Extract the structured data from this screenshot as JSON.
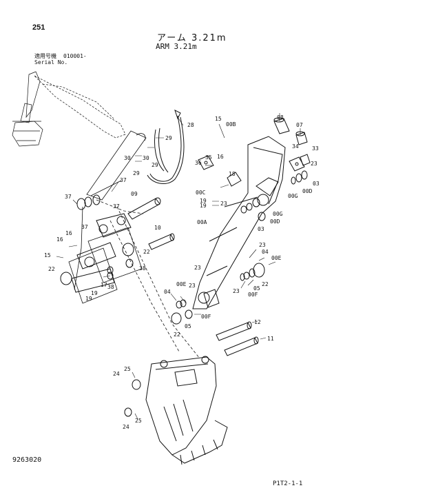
{
  "page": {
    "page_number": "251",
    "title_jp": "アーム 3.21m",
    "title_en": "ARM 3.21m",
    "serial_label_jp": "適用号機",
    "serial_from": "010001-",
    "serial_label_en": "Serial No.",
    "doc_code": "9263020",
    "ref_code": "P1T2-1-1"
  },
  "callouts": [
    {
      "id": "c15a",
      "label": "15"
    },
    {
      "id": "c00B",
      "label": "00B"
    },
    {
      "id": "c08",
      "label": "08"
    },
    {
      "id": "c07",
      "label": "07"
    },
    {
      "id": "c28",
      "label": "28"
    },
    {
      "id": "c29a",
      "label": "29"
    },
    {
      "id": "c30a",
      "label": "30"
    },
    {
      "id": "c29b",
      "label": "29"
    },
    {
      "id": "c30b",
      "label": "30"
    },
    {
      "id": "c29c",
      "label": "29"
    },
    {
      "id": "c35",
      "label": "35"
    },
    {
      "id": "c36",
      "label": "36"
    },
    {
      "id": "c16a",
      "label": "16"
    },
    {
      "id": "c18",
      "label": "18"
    },
    {
      "id": "c34",
      "label": "34"
    },
    {
      "id": "c33",
      "label": "33"
    },
    {
      "id": "c23a",
      "label": "23"
    },
    {
      "id": "c03a",
      "label": "03"
    },
    {
      "id": "c00C",
      "label": "00C"
    },
    {
      "id": "c00D",
      "label": "00D"
    },
    {
      "id": "c00G",
      "label": "00G"
    },
    {
      "id": "c19a",
      "label": "19"
    },
    {
      "id": "c19b",
      "label": "19"
    },
    {
      "id": "c23b",
      "label": "23"
    },
    {
      "id": "c37a",
      "label": "37"
    },
    {
      "id": "c37b",
      "label": "37"
    },
    {
      "id": "c09",
      "label": "09"
    },
    {
      "id": "c37c",
      "label": "37"
    },
    {
      "id": "c00G2",
      "label": "00G"
    },
    {
      "id": "c00D2",
      "label": "00D"
    },
    {
      "id": "c00A",
      "label": "00A"
    },
    {
      "id": "c03b",
      "label": "03"
    },
    {
      "id": "c37d",
      "label": "37"
    },
    {
      "id": "c10",
      "label": "10"
    },
    {
      "id": "c16b",
      "label": "16"
    },
    {
      "id": "c16c",
      "label": "16"
    },
    {
      "id": "c23c",
      "label": "23"
    },
    {
      "id": "c04a",
      "label": "04"
    },
    {
      "id": "c00E",
      "label": "00E"
    },
    {
      "id": "c15b",
      "label": "15"
    },
    {
      "id": "c22a",
      "label": "22"
    },
    {
      "id": "c22b",
      "label": "22"
    },
    {
      "id": "c38a",
      "label": "38"
    },
    {
      "id": "c23d",
      "label": "23"
    },
    {
      "id": "c22c",
      "label": "22"
    },
    {
      "id": "c17",
      "label": "17"
    },
    {
      "id": "c38b",
      "label": "38"
    },
    {
      "id": "c19c",
      "label": "19"
    },
    {
      "id": "c19d",
      "label": "19"
    },
    {
      "id": "c23e",
      "label": "23"
    },
    {
      "id": "c00F",
      "label": "00F"
    },
    {
      "id": "c05a",
      "label": "05"
    },
    {
      "id": "c00E2",
      "label": "00E"
    },
    {
      "id": "c23f",
      "label": "23"
    },
    {
      "id": "c04b",
      "label": "04"
    },
    {
      "id": "c00F2",
      "label": "00F"
    },
    {
      "id": "c05b",
      "label": "05"
    },
    {
      "id": "c22d",
      "label": "22"
    },
    {
      "id": "c12",
      "label": "12"
    },
    {
      "id": "c11",
      "label": "11"
    },
    {
      "id": "c25a",
      "label": "25"
    },
    {
      "id": "c24a",
      "label": "24"
    },
    {
      "id": "c25b",
      "label": "25"
    },
    {
      "id": "c24b",
      "label": "24"
    }
  ],
  "colors": {
    "ink": "#111111",
    "background": "#ffffff"
  }
}
